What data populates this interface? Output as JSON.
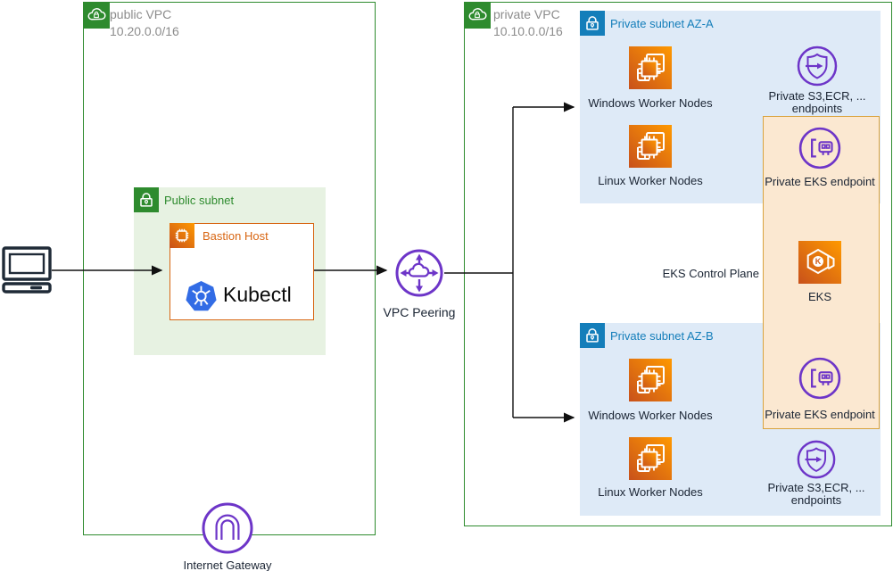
{
  "public_vpc": {
    "name": "public VPC",
    "cidr": "10.20.0.0/16"
  },
  "private_vpc": {
    "name": "private VPC",
    "cidr": "10.10.0.0/16"
  },
  "public_subnet": {
    "name": "Public subnet"
  },
  "bastion": {
    "name": "Bastion Host",
    "kubectl": "Kubectl"
  },
  "vpc_peering": {
    "name": "VPC Peering"
  },
  "internet_gateway": {
    "name": "Internet Gateway"
  },
  "az_a": {
    "name": "Private subnet AZ-A",
    "windows": "Windows Worker Nodes",
    "linux": "Linux Worker Nodes",
    "s3_line1": "Private S3,ECR, ...",
    "s3_line2": "endpoints"
  },
  "az_b": {
    "name": "Private subnet AZ-B",
    "windows": "Windows Worker Nodes",
    "linux": "Linux Worker Nodes",
    "s3_line1": "Private S3,ECR, ...",
    "s3_line2": "endpoints"
  },
  "control_plane": {
    "name": "EKS Control Plane",
    "eks": "EKS",
    "eks_letter": "K",
    "endpoint_top": "Private EKS endpoint",
    "endpoint_bottom": "Private EKS endpoint"
  },
  "colors": {
    "vpc_green": "#2E8B2E",
    "subnet_blue": "#147EBA",
    "endpoint_purple": "#6D35C8",
    "aws_orange_light": "#FF9900",
    "aws_orange_dark": "#C8511B",
    "bastion_orange": "#D86613",
    "control_plane_fill": "#FBE8D1",
    "control_plane_border": "#D9A33E",
    "public_subnet_fill": "#E7F2E2",
    "private_subnet_fill": "#DEEAF7",
    "kubernetes_blue": "#326CE5",
    "vpc_label_gray": "#8C8C8C",
    "text_dark": "#232F3E"
  }
}
